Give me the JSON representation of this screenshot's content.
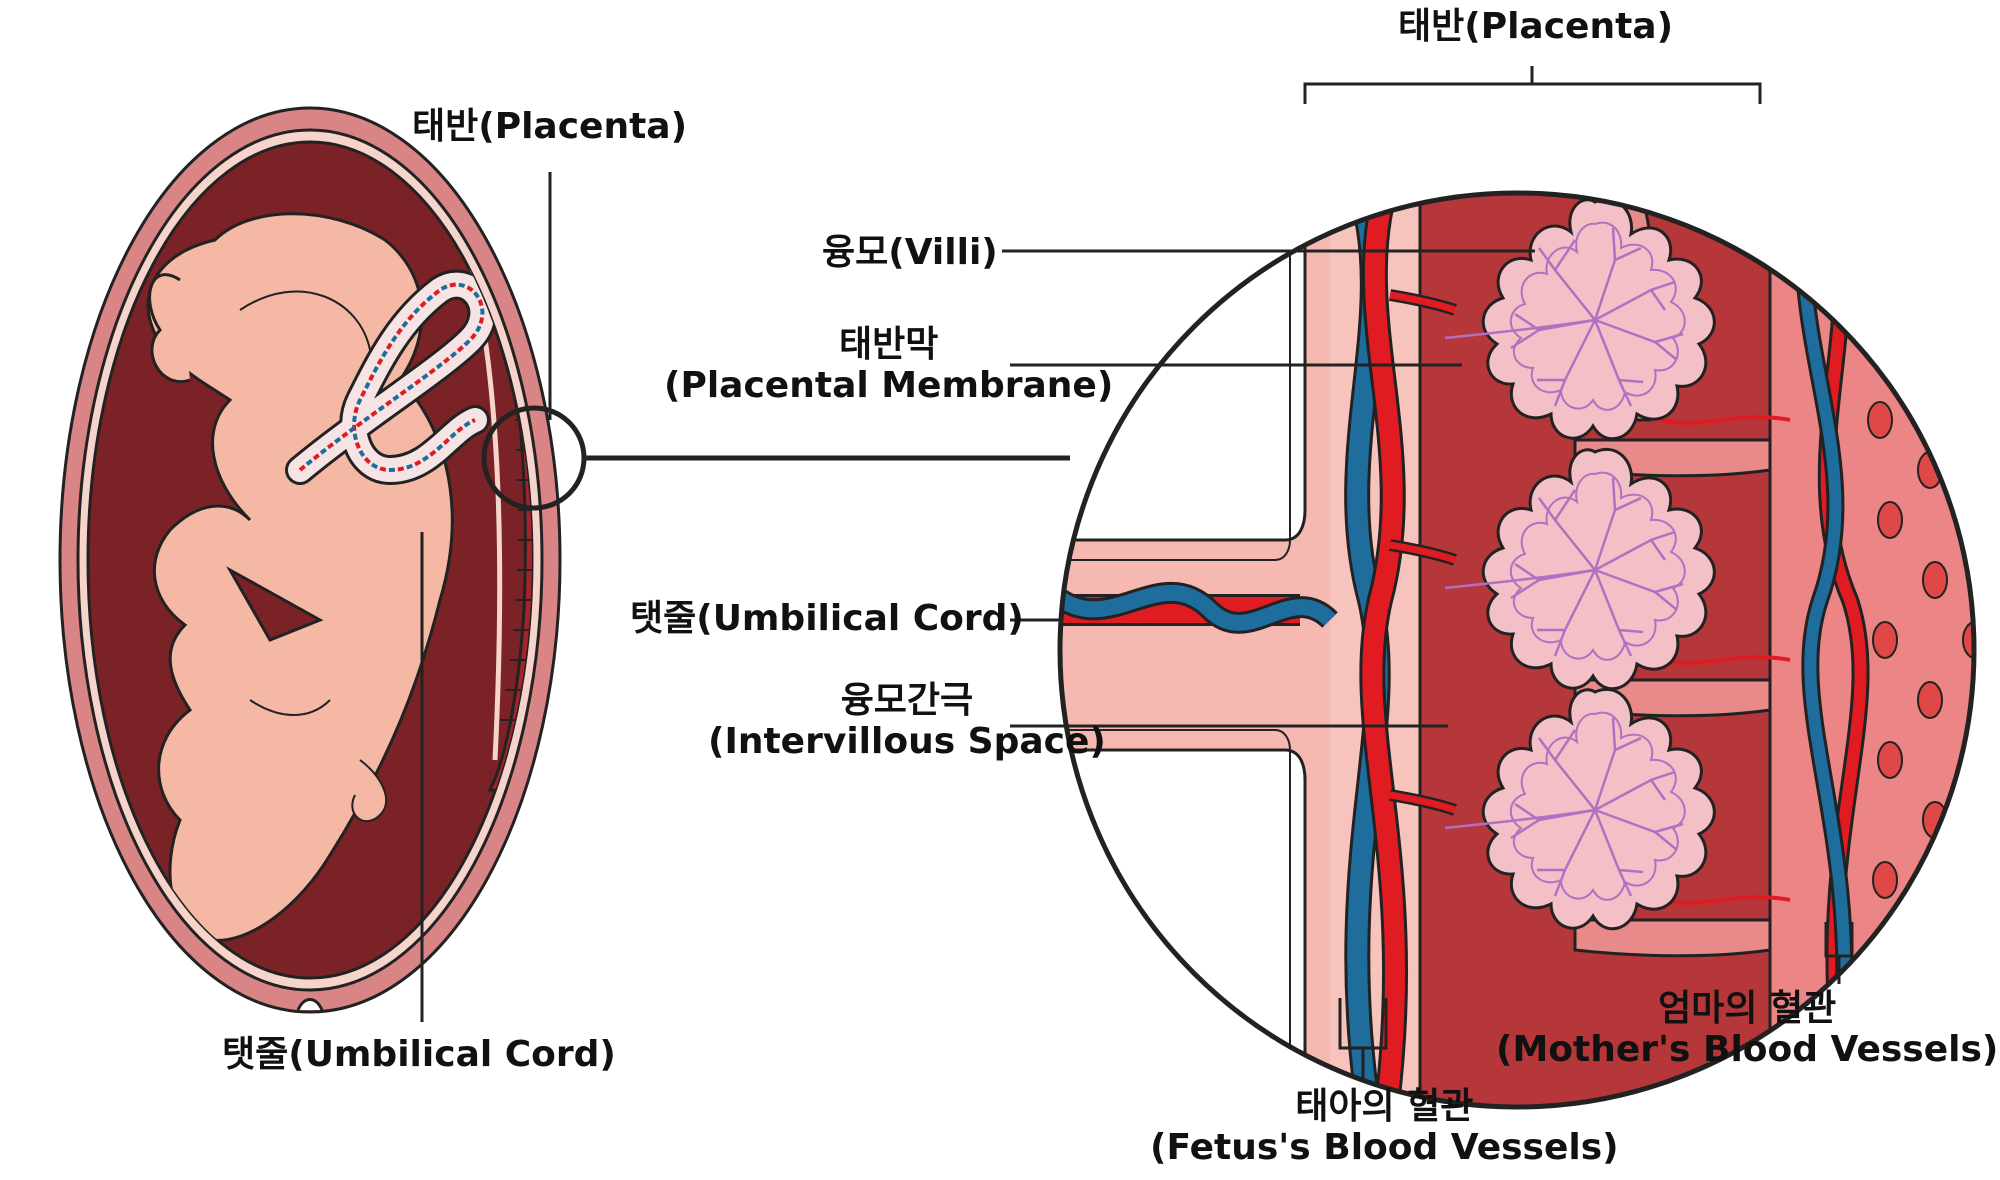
{
  "colors": {
    "outline": "#222222",
    "uterus_outer": "#d98585",
    "uterus_pale": "#f6d4cc",
    "uterus_dark": "#7a2226",
    "fetus_skin": "#f4b8a5",
    "placenta": "#a3232b",
    "tissue": "#b5373a",
    "membrane": "#f5b9b2",
    "pink_layer": "#ec8585",
    "artery": "#e11b22",
    "vein": "#1e6d9c",
    "villi": "#f3c0c7",
    "villi_vessel": "#b36fc2"
  },
  "labels": {
    "left_placenta": "태반(Placenta)",
    "left_cord": "탯줄(Umbilical Cord)",
    "right_placenta": "태반(Placenta)",
    "villi": "융모(Villi)",
    "membrane_kr": "태반막",
    "membrane_en": "(Placental Membrane)",
    "cord": "탯줄(Umbilical Cord)",
    "space_kr": "융모간극",
    "space_en": "(Intervillous Space)",
    "fetus_vessels_kr": "태아의 혈관",
    "fetus_vessels_en": "(Fetus's Blood Vessels)",
    "mother_vessels_kr": "엄마의 혈관",
    "mother_vessels_en": "(Mother's Blood Vessels)"
  }
}
